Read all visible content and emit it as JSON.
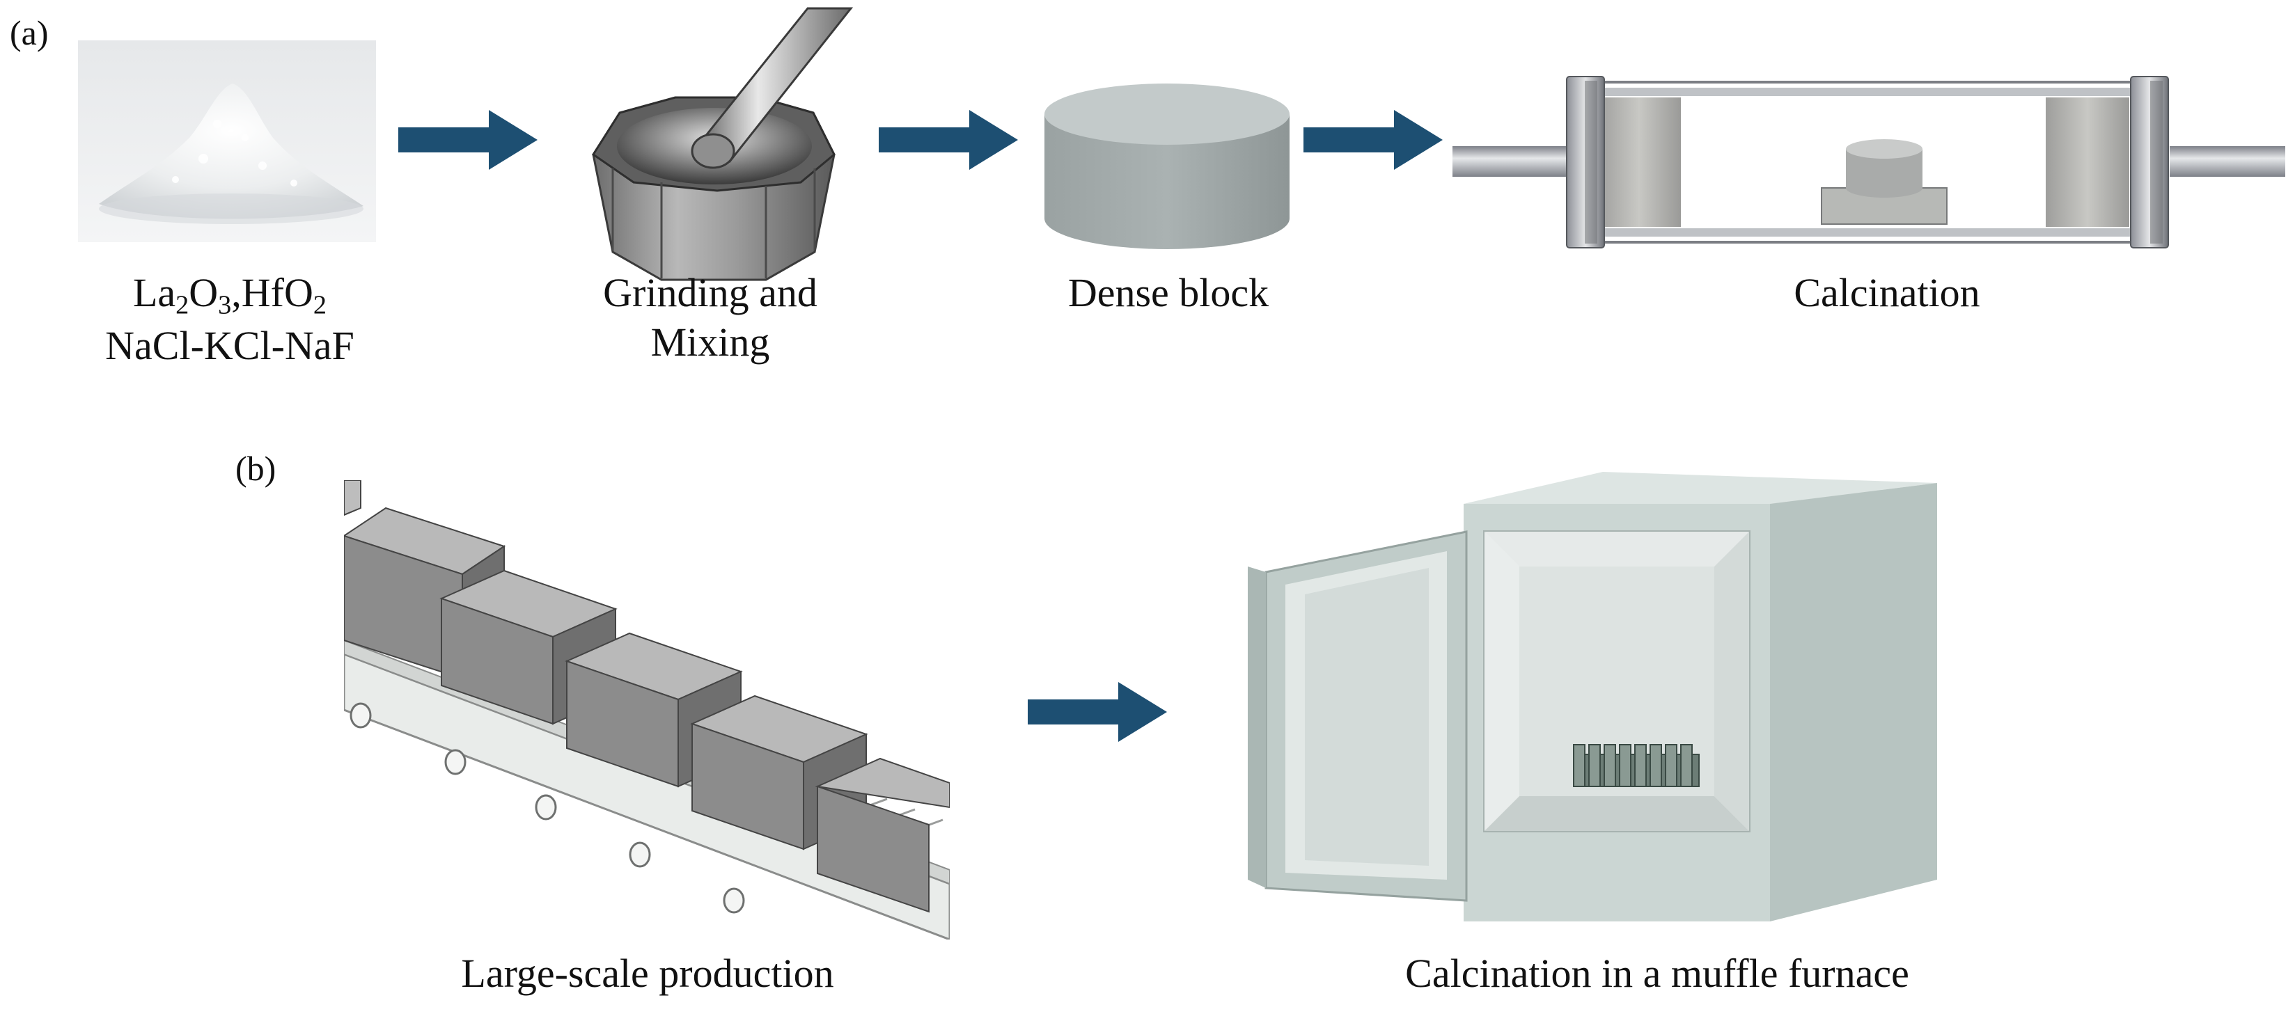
{
  "panel_a": {
    "label": "(a)",
    "steps": [
      {
        "name": "powder",
        "caption_line1": {
          "la": "La",
          "la_sub": "2",
          "o": "O",
          "o_sub": "3",
          "hf": ",HfO",
          "hf_sub": "2"
        },
        "caption_line2": "NaCl-KCl-NaF"
      },
      {
        "name": "grinding",
        "caption": "Grinding and",
        "caption2": "Mixing"
      },
      {
        "name": "dense-block",
        "caption": "Dense block"
      },
      {
        "name": "calcination",
        "caption": "Calcination"
      }
    ]
  },
  "panel_b": {
    "label": "(b)",
    "left_caption": "Large-scale production",
    "right_caption": "Calcination in a muffle furnace"
  },
  "colors": {
    "arrow": "#1d4f72",
    "block": "#a9b1b1",
    "furnace": "#c9d5d2",
    "conveyor_block": "#8c8c8c"
  }
}
